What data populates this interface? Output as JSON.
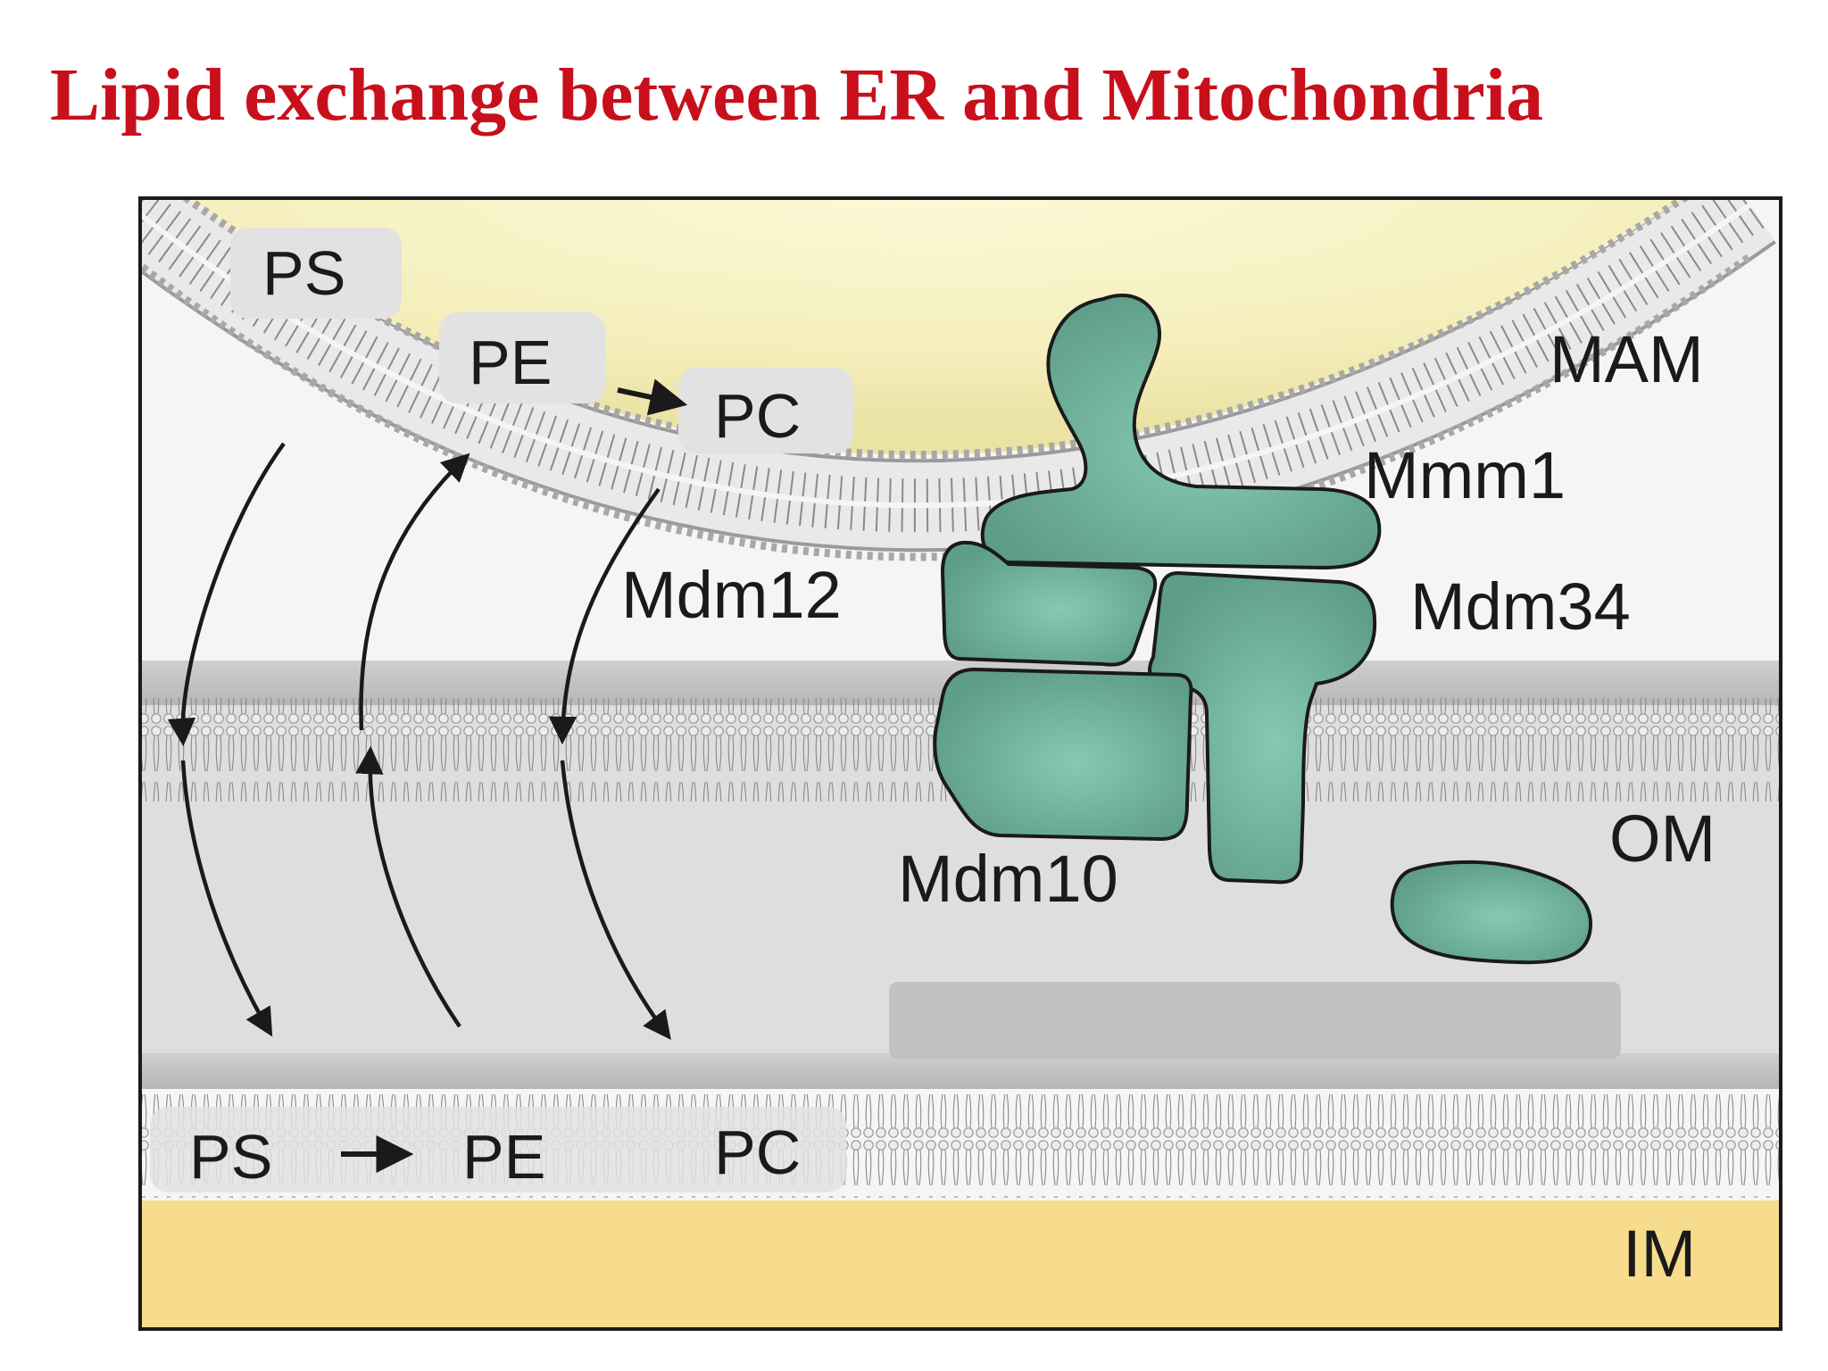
{
  "title": "Lipid exchange between ER and Mitochondria",
  "diagram": {
    "er_lipids": {
      "ps": "PS",
      "pe": "PE",
      "pc": "PC"
    },
    "im_lipids": {
      "ps": "PS",
      "pe": "PE",
      "pc": "PC"
    },
    "compartments": {
      "mam": "MAM",
      "om": "OM",
      "im": "IM"
    },
    "proteins": {
      "mmm1": "Mmm1",
      "mdm12": "Mdm12",
      "mdm34": "Mdm34",
      "mdm10": "Mdm10"
    },
    "colors": {
      "title": "#c8101c",
      "protein": "#6fb09a",
      "er_lumen": "#f6f1c4",
      "intermembrane": "#dedee0",
      "inner_membrane": "#f8dc8e",
      "arrow": "#1a1a1a"
    }
  }
}
